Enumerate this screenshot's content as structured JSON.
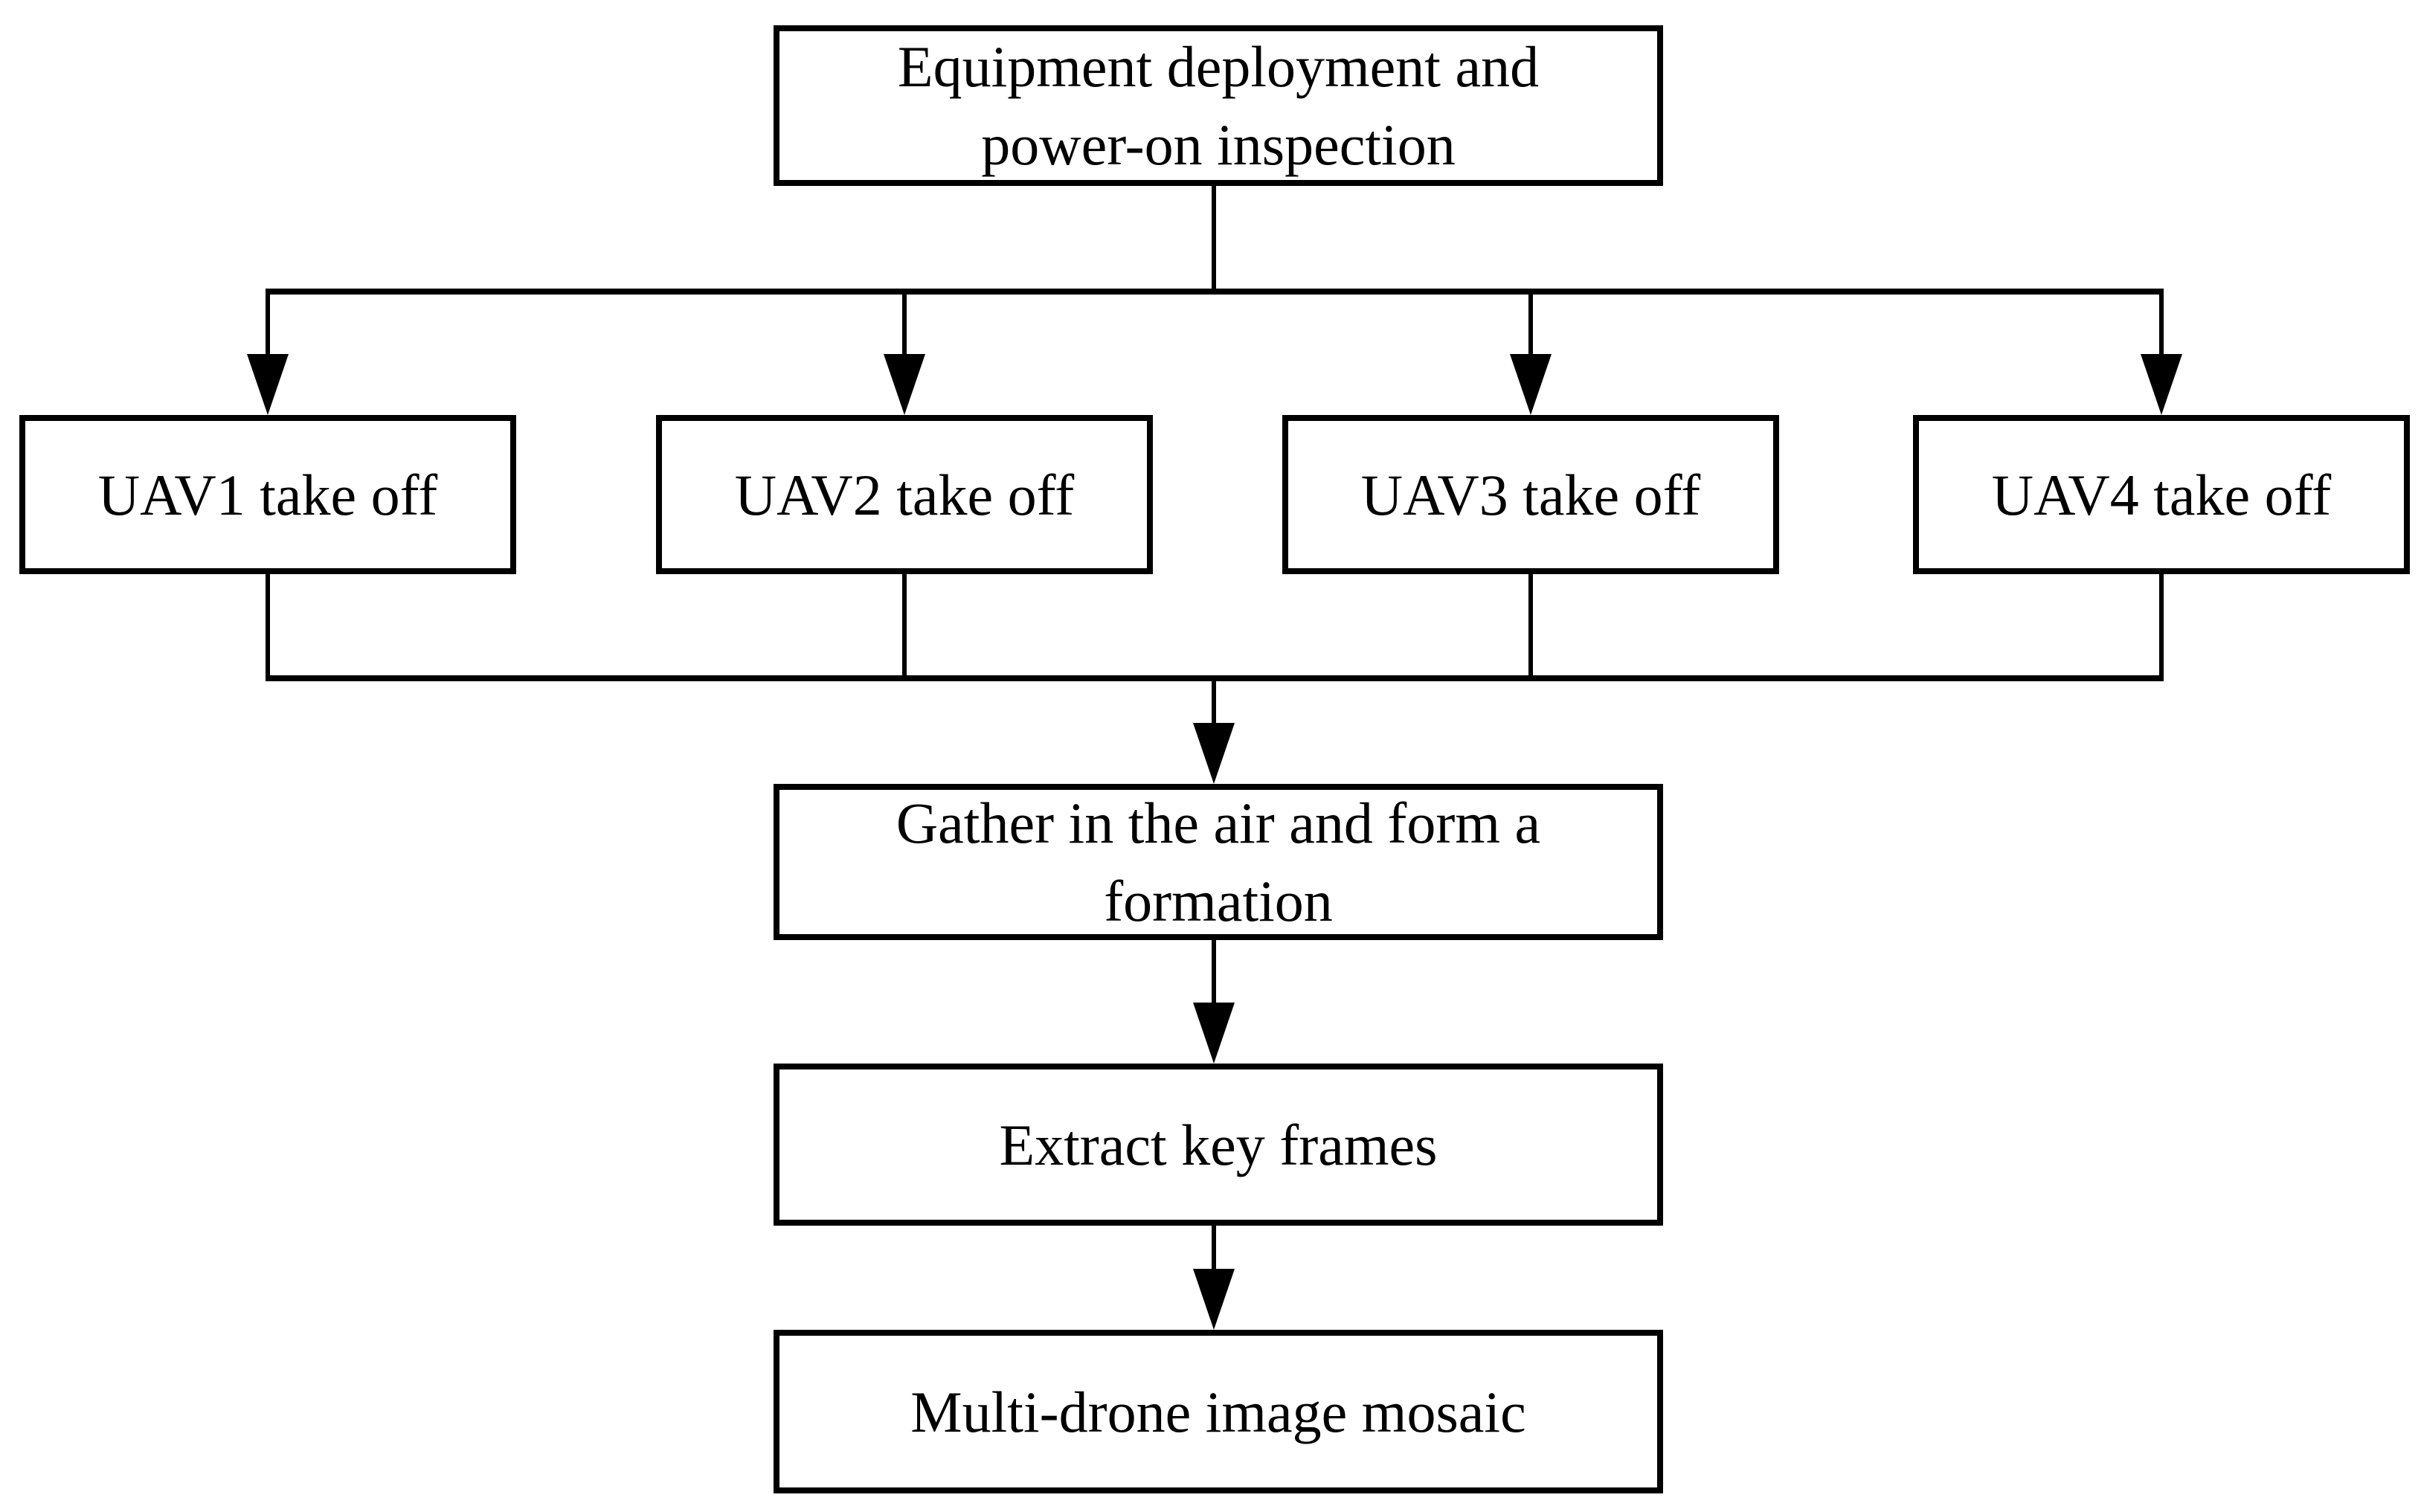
{
  "diagram": {
    "type": "flowchart",
    "background_color": "#ffffff",
    "line_color": "#000000",
    "text_color": "#000000",
    "nodes": {
      "equipment": {
        "lines": [
          "Equipment deployment and",
          "power-on inspection"
        ]
      },
      "uav1": {
        "lines": [
          "UAV1 take off"
        ]
      },
      "uav2": {
        "lines": [
          "UAV2 take off"
        ]
      },
      "uav3": {
        "lines": [
          "UAV3 take off"
        ]
      },
      "uav4": {
        "lines": [
          "UAV4 take off"
        ]
      },
      "gather": {
        "lines": [
          "Gather in the air and form a",
          "formation"
        ]
      },
      "extract": {
        "lines": [
          "Extract key frames"
        ]
      },
      "mosaic": {
        "lines": [
          "Multi-drone image mosaic"
        ]
      }
    },
    "edges": [
      "equipment -> uav1",
      "equipment -> uav2",
      "equipment -> uav3",
      "equipment -> uav4",
      "uav1 -> gather",
      "uav2 -> gather",
      "uav3 -> gather",
      "uav4 -> gather",
      "gather -> extract",
      "extract -> mosaic"
    ]
  }
}
